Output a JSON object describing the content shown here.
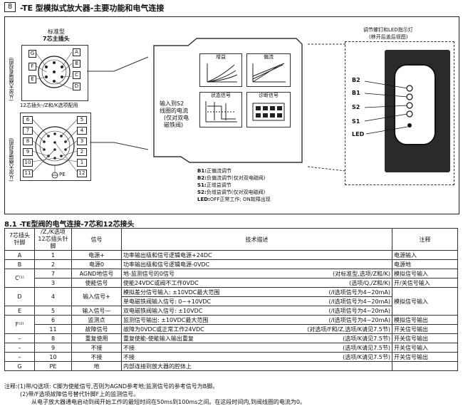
{
  "header": {
    "number": "8",
    "title": "-TE 型模拟式放大器-主要功能和电气连接"
  },
  "left_diagram": {
    "std_title_1": "标准型",
    "std_title_2": "7芯主插头",
    "side_label_1": "(从放大器端看视图)",
    "pins7_left": [
      "G",
      "F",
      "E"
    ],
    "pins7_right": [
      "A",
      "B",
      "C",
      "D"
    ],
    "pin12_title": "12芯插头-/Z和/K选项配用",
    "side_label_2": "(从放大器端看视图)",
    "pins12_left": [
      "6",
      "7",
      "8",
      "9",
      "10",
      "11"
    ],
    "pins12_right": [
      "5",
      "4",
      "3",
      "2",
      "1",
      "12"
    ],
    "pe_label": "PE"
  },
  "center": {
    "input_note": [
      "输入到S2",
      "线圈的电流",
      "(仅对双电",
      "磁铁阀)"
    ],
    "panels": [
      "增益",
      "偏流",
      "状态信号",
      "诊断信号"
    ]
  },
  "legend": [
    {
      "key": "B1:",
      "text": "正偏流调节"
    },
    {
      "key": "B2:",
      "text": "负偏流调节(仅对双电磁阀)"
    },
    {
      "key": "S1:",
      "text": "正增益调节"
    },
    {
      "key": "S2:",
      "text": "负增益调节(仅对双电磁阀)"
    },
    {
      "key": "LED:",
      "text": "OFF正常工作; ON故障出现"
    }
  ],
  "right_diagram": {
    "title_1": "调节螺钉和LED指示灯",
    "title_2": "(移开后盖后视图)",
    "labels": [
      "B2",
      "B1",
      "S2",
      "S1",
      "LED"
    ]
  },
  "section": {
    "title": "8.1 -TE型阀的电气连接-7芯和12芯接头"
  },
  "table": {
    "headers": [
      "7芯插头\n针脚",
      "/Z,/K选项\n12芯插头针脚",
      "信号",
      "技术描述",
      "注释"
    ],
    "rows": [
      {
        "p7": "A",
        "p12": "1",
        "signal": "电源+",
        "desc": "功率输出级和信号逻辑电源+24DC",
        "desc_r": "",
        "note": "电源输入"
      },
      {
        "p7": "B",
        "p12": "2",
        "signal": "电源0",
        "desc": "功率输出级和信号逻辑电源-0VDC",
        "desc_r": "",
        "note": "电源地"
      },
      {
        "p7": "C⁽¹⁾",
        "p12": "7",
        "signal": "AGND地信号",
        "desc": "地-监测信号的0信号",
        "desc_r": "(对标准型,选项/Z和/K)",
        "note": "模拟信号输入"
      },
      {
        "p7": "",
        "p12": "3",
        "signal": "使能信号",
        "desc": "使能24VDC或阀不工作0VDC",
        "desc_r": "(选项/Q,/Z和/K)",
        "note": "开/关信号输入"
      },
      {
        "p7": "D",
        "p12": "4",
        "signal": "输入信号+",
        "desc": "模拟差分信号输入: ±10VDC最大范围",
        "desc_r": "(/I选项信号为4~20mA)",
        "note": "模拟信号输入"
      },
      {
        "p7": "",
        "p12": "",
        "signal": "",
        "desc": "单电磁铁阀输入信号: 0~+10VDC",
        "desc_r": "(/I选项信号为4~20mA)",
        "note": ""
      },
      {
        "p7": "E",
        "p12": "5",
        "signal": "输入信号—",
        "desc": "双电磁铁阀输入信号: ±10VDC",
        "desc_r": "(/I选项信号为4~20mA)",
        "note": ""
      },
      {
        "p7": "F⁽²⁾",
        "p12": "6",
        "signal": "监测点",
        "desc": "监测信号输出: ±10VDC最大范围",
        "desc_r": "(/I选项信号为4~20mA)",
        "note": "模拟信号输出"
      },
      {
        "p7": "",
        "p12": "11",
        "signal": "故障信号",
        "desc": "故障为0VDC或正常工作24VDC",
        "desc_r": "(对选项/F和/Z,选项/K请见7.5节)",
        "note": "开关信号输出"
      },
      {
        "p7": "–",
        "p12": "8",
        "signal": "重复使用",
        "desc": "重复使能-使能输入输出重复",
        "desc_r": "(选项/K请见7.5节)",
        "note": "开关信号输出"
      },
      {
        "p7": "–",
        "p12": "9",
        "signal": "不接",
        "desc": "不接",
        "desc_r": "(选项/K请见7.5节)",
        "note": "开关信号输入"
      },
      {
        "p7": "–",
        "p12": "10",
        "signal": "不接",
        "desc": "不接",
        "desc_r": "(选项/K请见7.5节)",
        "note": "开关信号输出"
      },
      {
        "p7": "G",
        "p12": "PE",
        "signal": "地",
        "desc": "内部连接到放大器的腔体上",
        "desc_r": "",
        "note": ""
      }
    ]
  },
  "notes": [
    "注释:(1)带/Q选项: C脚为使能信号,否则为AGND参考地;监测信号的参考信号为B脚。",
    "(2)带/F选项故障信号替代针脚F上的监测信号。",
    "从电子放大器通电启动到阀开始工作的最短时间在50ms到100ms之间。在这段时间内,到阀线圈的电流为0。"
  ]
}
